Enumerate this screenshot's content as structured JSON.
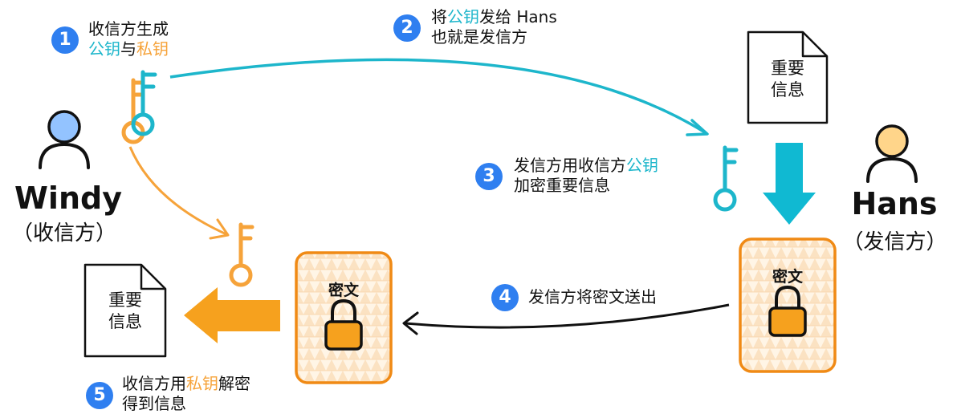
{
  "receiver": {
    "name": "Windy",
    "role": "（收信方）"
  },
  "sender": {
    "name": "Hans",
    "role": "（发信方）"
  },
  "steps": {
    "s1": {
      "num": "1",
      "line1": "收信方生成",
      "pub": "公钥",
      "mid": "与",
      "priv": "私钥"
    },
    "s2": {
      "num": "2",
      "pre": "将",
      "pub": "公钥",
      "post": "发给 Hans",
      "line2": "也就是发信方"
    },
    "s3": {
      "num": "3",
      "pre": "发信方用收信方",
      "pub": "公钥",
      "line2": "加密重要信息"
    },
    "s4": {
      "num": "4",
      "text": "发信方将密文送出"
    },
    "s5": {
      "num": "5",
      "pre": "收信方用",
      "priv": "私钥",
      "post": "解密",
      "line2": "得到信息"
    }
  },
  "documents": {
    "right": {
      "line1": "重要",
      "line2": "信息"
    },
    "left": {
      "line1": "重要",
      "line2": "信息"
    }
  },
  "ciphertext": {
    "left": "密文",
    "right": "密文"
  },
  "colors": {
    "public_key": "#1db6cb",
    "private_key": "#f6a33a",
    "badge": "#2f7ff0",
    "receiver_head": "#93c3ff",
    "sender_head": "#ffd58a"
  },
  "icons": [
    "person-icon",
    "key-icon",
    "document-icon",
    "lock-icon",
    "arrow-icon"
  ]
}
